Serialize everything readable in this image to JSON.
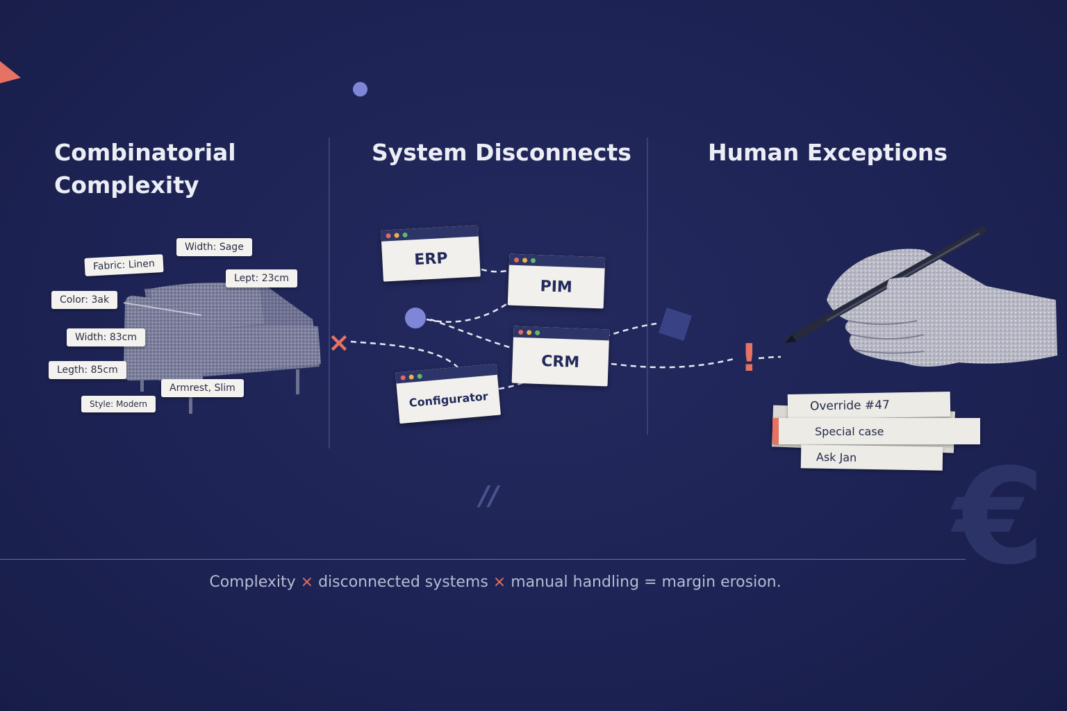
{
  "columns": [
    {
      "title_line1": "Combinatorial",
      "title_line2": "Complexity"
    },
    {
      "title": "System Disconnects"
    },
    {
      "title": "Human Exceptions"
    }
  ],
  "attribute_tags": [
    "Width: Sage",
    "Fabric: Linen",
    "Lept: 23cm",
    "Color: 3ak",
    "Width: 83cm",
    "Legth: 85cm",
    "Armrest, Slim",
    "Style: Modern"
  ],
  "systems": [
    "ERP",
    "PIM",
    "CRM",
    "Configurator"
  ],
  "exception_notes": [
    "Override #47",
    "Special case",
    "Ask Jan"
  ],
  "alert_symbol": "!",
  "broken_link_symbol": "×",
  "decor_mark": "//",
  "currency_symbol": "€",
  "tagline": {
    "part1": "Complexity",
    "op1": "×",
    "part2": "disconnected systems",
    "op2": "×",
    "part3": "manual handling = margin erosion."
  },
  "colors": {
    "background": "#1d2354",
    "accent_coral": "#e57262",
    "accent_periwinkle": "#7f86d8",
    "card": "#f1f0ec",
    "window_bar": "#2d3468"
  },
  "icons": [
    "sofa-icon",
    "hand-with-pen-icon",
    "euro-icon",
    "exclamation-icon",
    "x-mark-icon"
  ]
}
